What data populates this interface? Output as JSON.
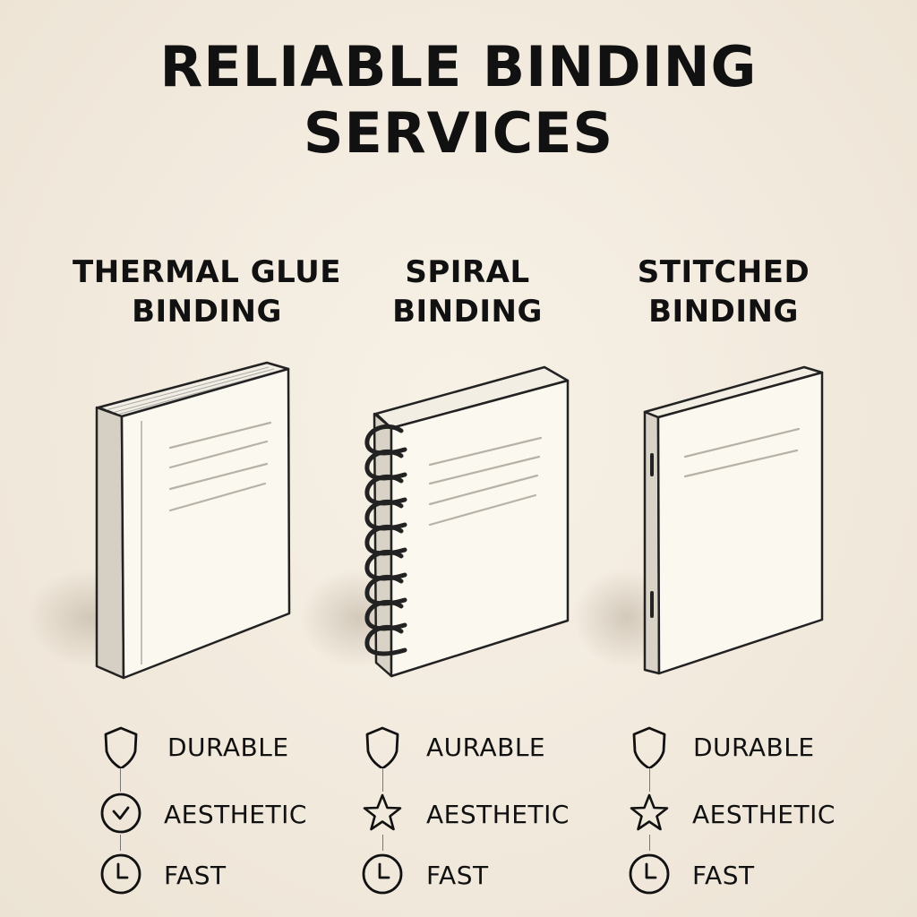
{
  "title": {
    "line1": "RELIABLE BINDING",
    "line2": "SERVICES"
  },
  "columns": [
    {
      "title_line1": "THERMAL GLUE",
      "title_line2": "BINDING",
      "features": [
        {
          "icon": "shield-icon",
          "label": "DURABLE"
        },
        {
          "icon": "check-circle-icon",
          "label": "AESTHETIC"
        },
        {
          "icon": "clock-icon",
          "label": "FAST"
        }
      ]
    },
    {
      "title_line1": "SPIRAL",
      "title_line2": "BINDING",
      "features": [
        {
          "icon": "shield-icon",
          "label": "AURABLE"
        },
        {
          "icon": "star-icon",
          "label": "AESTHETIC"
        },
        {
          "icon": "clock-icon",
          "label": "FAST"
        }
      ]
    },
    {
      "title_line1": "STITCHED",
      "title_line2": "BINDING",
      "features": [
        {
          "icon": "shield-icon",
          "label": "DURABLE"
        },
        {
          "icon": "star-icon",
          "label": "AESTHETIC"
        },
        {
          "icon": "clock-icon",
          "label": "FAST"
        }
      ]
    }
  ]
}
